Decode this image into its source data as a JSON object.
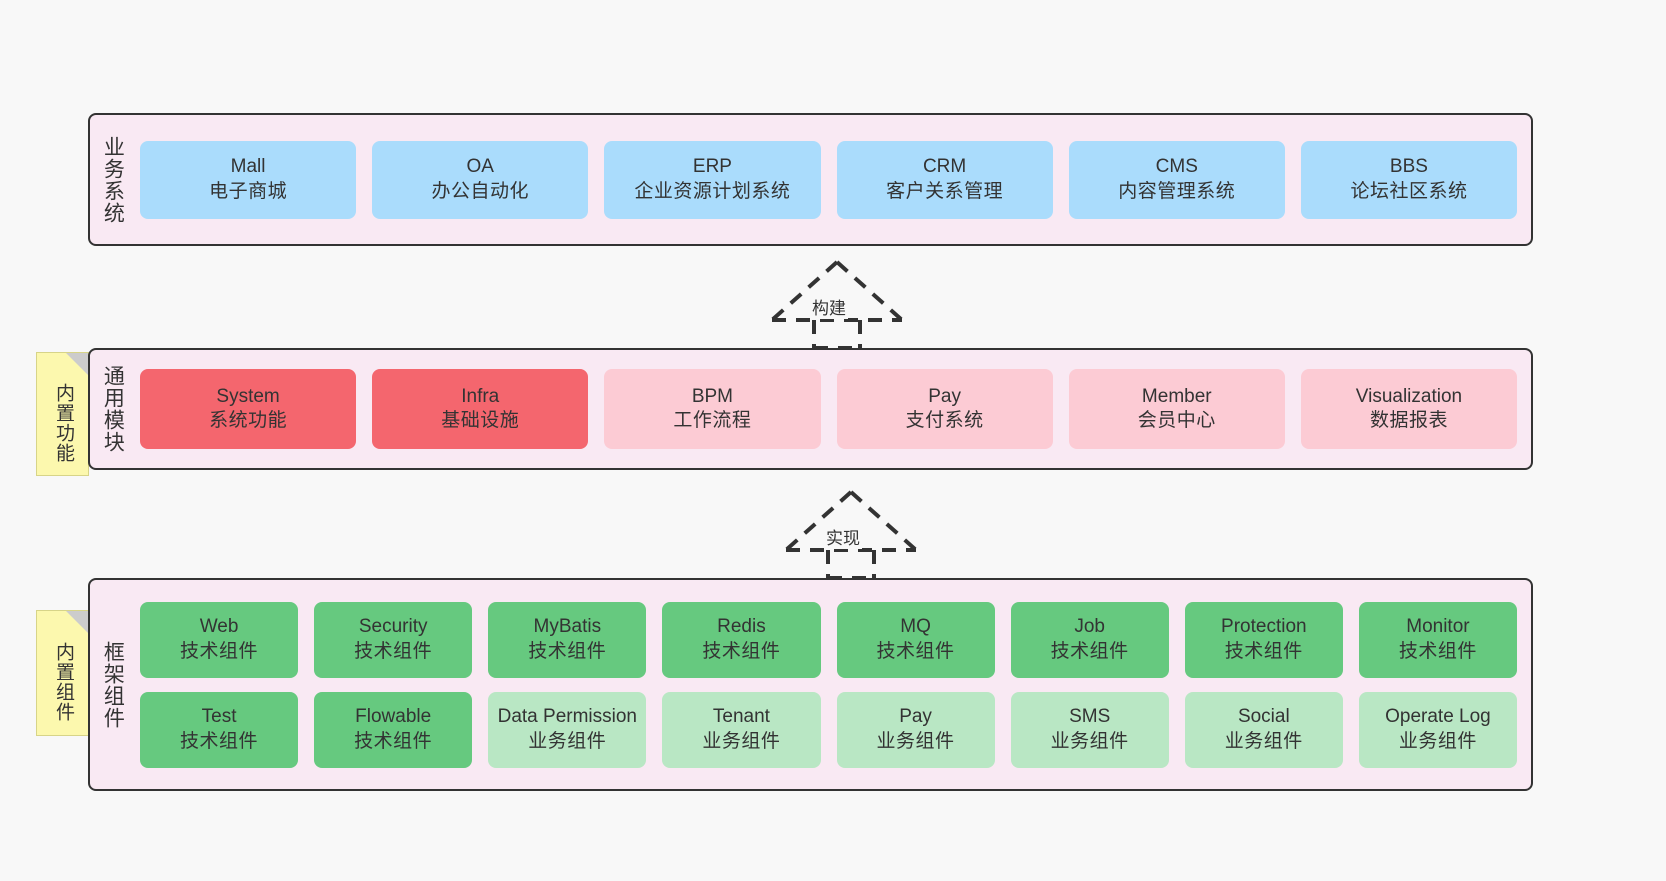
{
  "diagram": {
    "title": "yudao architecture layers",
    "colors": {
      "panel_bg": "#f9e9f3",
      "panel_border": "#333333",
      "blue": "#aadcfc",
      "red": "#f4666e",
      "pink": "#fccbd4",
      "green": "#66c97f",
      "light_green": "#b9e7c4",
      "note_yellow": "#fcf8ae",
      "canvas": "#f8f8f8"
    }
  },
  "layers": {
    "business": {
      "title": "业务系统",
      "cards": [
        {
          "en": "Mall",
          "cn": "电子商城"
        },
        {
          "en": "OA",
          "cn": "办公自动化"
        },
        {
          "en": "ERP",
          "cn": "企业资源计划系统"
        },
        {
          "en": "CRM",
          "cn": "客户关系管理"
        },
        {
          "en": "CMS",
          "cn": "内容管理系统"
        },
        {
          "en": "BBS",
          "cn": "论坛社区系统"
        }
      ]
    },
    "common": {
      "title": "通用模块",
      "note": "内置功能",
      "cards": [
        {
          "en": "System",
          "cn": "系统功能",
          "tone": "red"
        },
        {
          "en": "Infra",
          "cn": "基础设施",
          "tone": "red"
        },
        {
          "en": "BPM",
          "cn": "工作流程",
          "tone": "pink"
        },
        {
          "en": "Pay",
          "cn": "支付系统",
          "tone": "pink"
        },
        {
          "en": "Member",
          "cn": "会员中心",
          "tone": "pink"
        },
        {
          "en": "Visualization",
          "cn": "数据报表",
          "tone": "pink"
        }
      ]
    },
    "framework": {
      "title": "框架组件",
      "note": "内置组件",
      "row_tech": [
        {
          "en": "Web",
          "cn": "技术组件"
        },
        {
          "en": "Security",
          "cn": "技术组件"
        },
        {
          "en": "MyBatis",
          "cn": "技术组件"
        },
        {
          "en": "Redis",
          "cn": "技术组件"
        },
        {
          "en": "MQ",
          "cn": "技术组件"
        },
        {
          "en": "Job",
          "cn": "技术组件"
        },
        {
          "en": "Protection",
          "cn": "技术组件"
        },
        {
          "en": "Monitor",
          "cn": "技术组件"
        }
      ],
      "row_business": [
        {
          "en": "Test",
          "cn": "技术组件",
          "tone": "green"
        },
        {
          "en": "Flowable",
          "cn": "技术组件",
          "tone": "green"
        },
        {
          "en": "Data Permission",
          "cn": "业务组件",
          "tone": "light"
        },
        {
          "en": "Tenant",
          "cn": "业务组件",
          "tone": "light"
        },
        {
          "en": "Pay",
          "cn": "业务组件",
          "tone": "light"
        },
        {
          "en": "SMS",
          "cn": "业务组件",
          "tone": "light"
        },
        {
          "en": "Social",
          "cn": "业务组件",
          "tone": "light"
        },
        {
          "en": "Operate Log",
          "cn": "业务组件",
          "tone": "light"
        }
      ]
    }
  },
  "relations": {
    "build": "构建",
    "implement": "实现"
  }
}
